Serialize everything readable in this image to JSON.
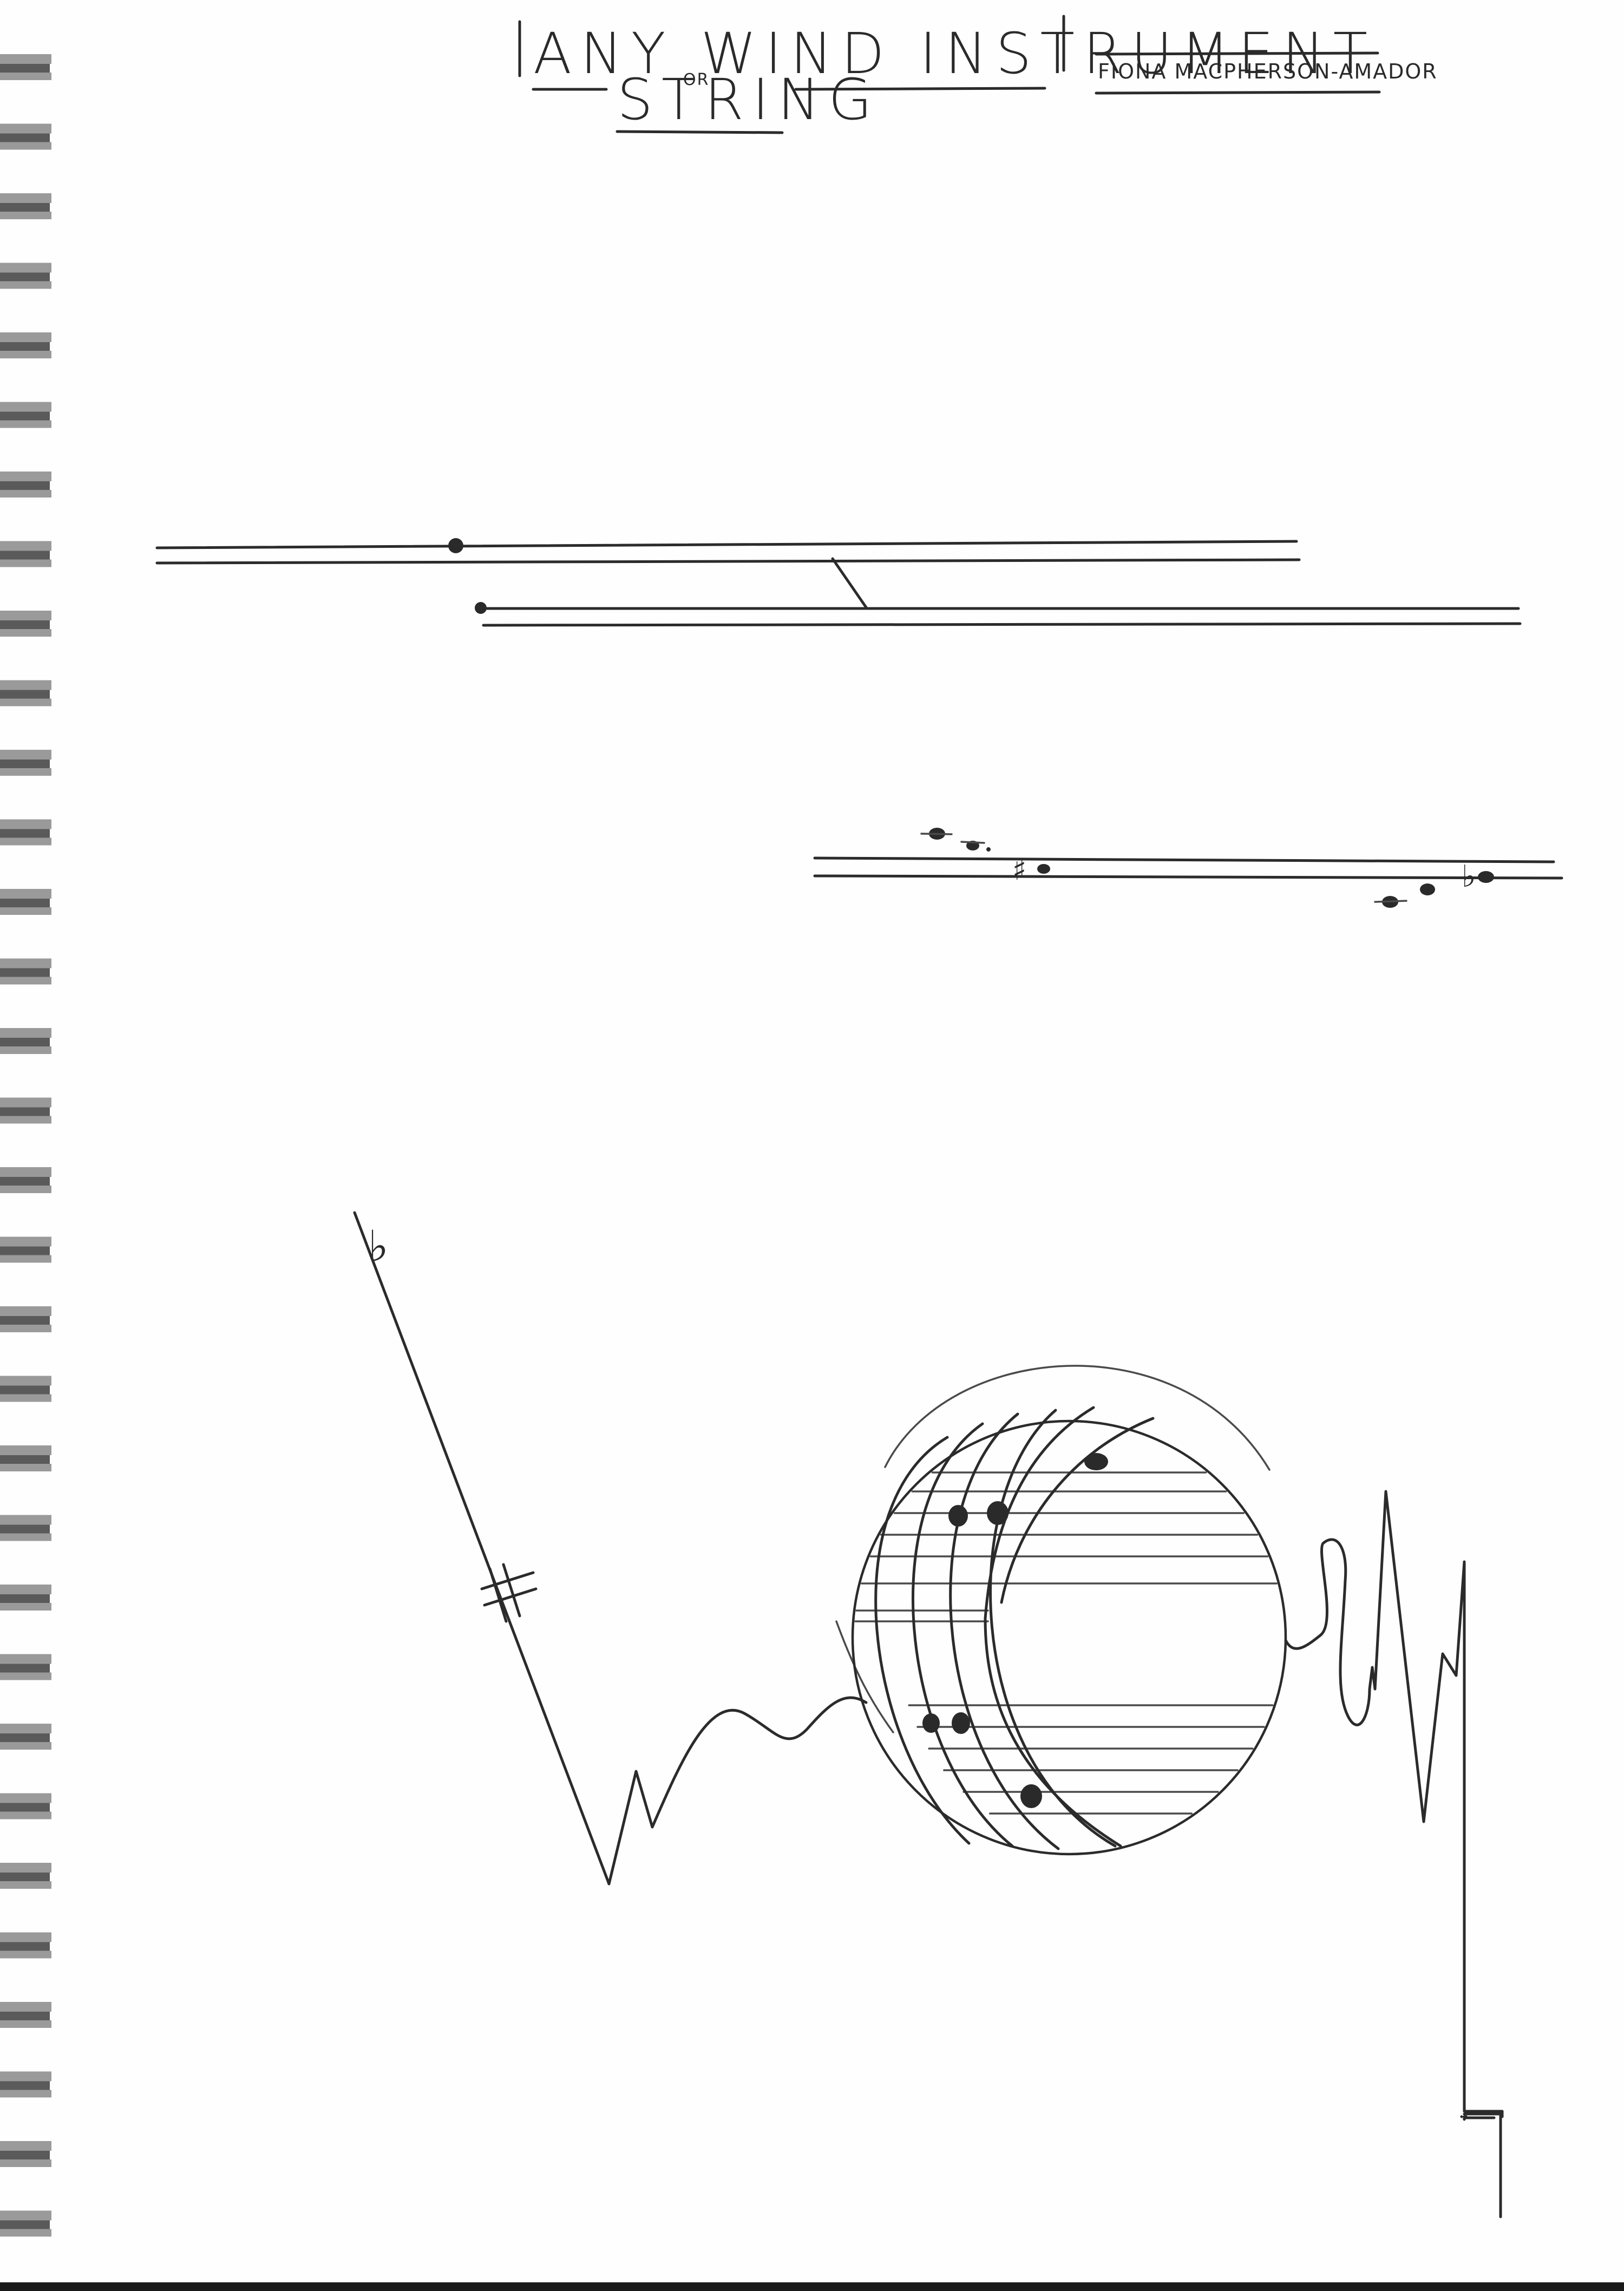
{
  "header": {
    "title_line_1": "ANY WIND INSTRUMENT",
    "title_or": "OR",
    "title_line_2": "STRING",
    "composer": "FIONA MACPHERSON-AMADOR"
  },
  "score": {
    "symbols": {
      "flat": "♭",
      "sharp": "♯"
    }
  },
  "colors": {
    "paper": "#fefefe",
    "ink": "#2b2b2b",
    "binding": "#9a9a9a"
  }
}
